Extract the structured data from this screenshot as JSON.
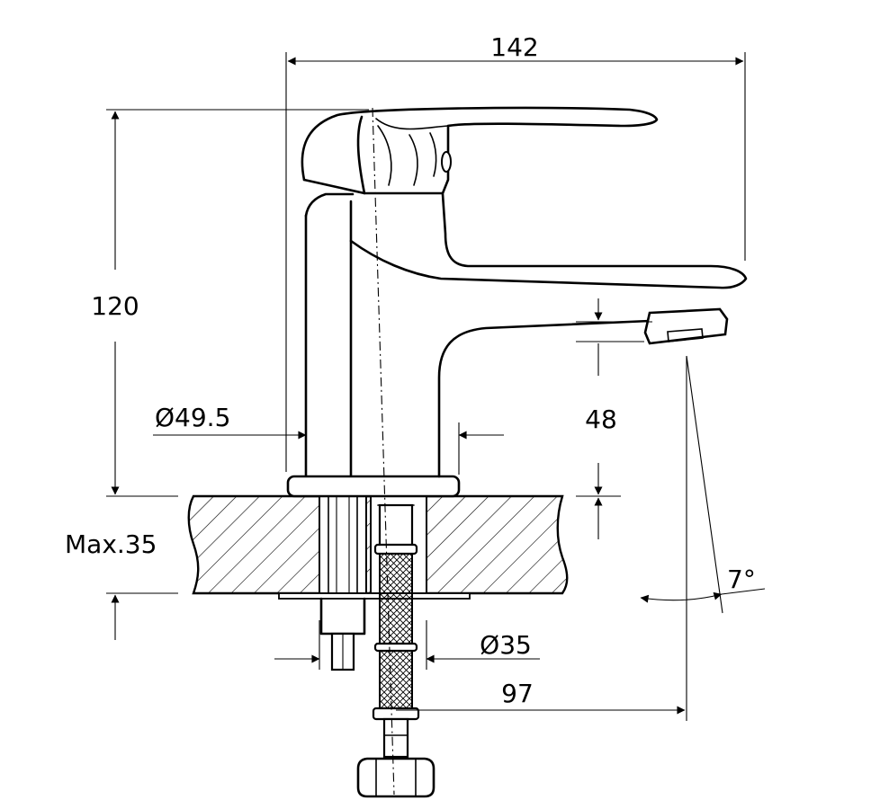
{
  "dimensions": {
    "width": "142",
    "height": "120",
    "body_diameter": "Ø49.5",
    "spout_clearance": "48",
    "max_counter_thickness": "Max.35",
    "hole_diameter": "Ø35",
    "spout_reach": "97",
    "spout_angle": "7°"
  }
}
